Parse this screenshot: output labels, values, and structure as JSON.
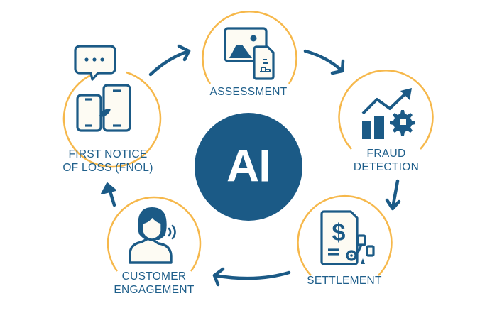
{
  "colors": {
    "primary": "#1b5a86",
    "ring": "#f6b84b",
    "label": "#1f5f8b",
    "icon_fill": "#fdfbf3",
    "background": "#ffffff"
  },
  "center": {
    "label": "AI"
  },
  "nodes": [
    {
      "id": "fnol",
      "label_line1": "FIRST NOTICE",
      "label_line2": "OF LOSS (FNOL)",
      "icon": "chat-bubble-phones-icon"
    },
    {
      "id": "assessment",
      "label_line1": "ASSESSMENT",
      "icon": "image-document-icon"
    },
    {
      "id": "fraud",
      "label_line1": "FRAUD",
      "label_line2": "DETECTION",
      "icon": "chart-gear-icon"
    },
    {
      "id": "settlement",
      "label_line1": "SETTLEMENT",
      "icon": "dollar-document-icon"
    },
    {
      "id": "customer",
      "label_line1": "CUSTOMER",
      "label_line2": "ENGAGEMENT",
      "icon": "person-speaking-icon"
    }
  ]
}
